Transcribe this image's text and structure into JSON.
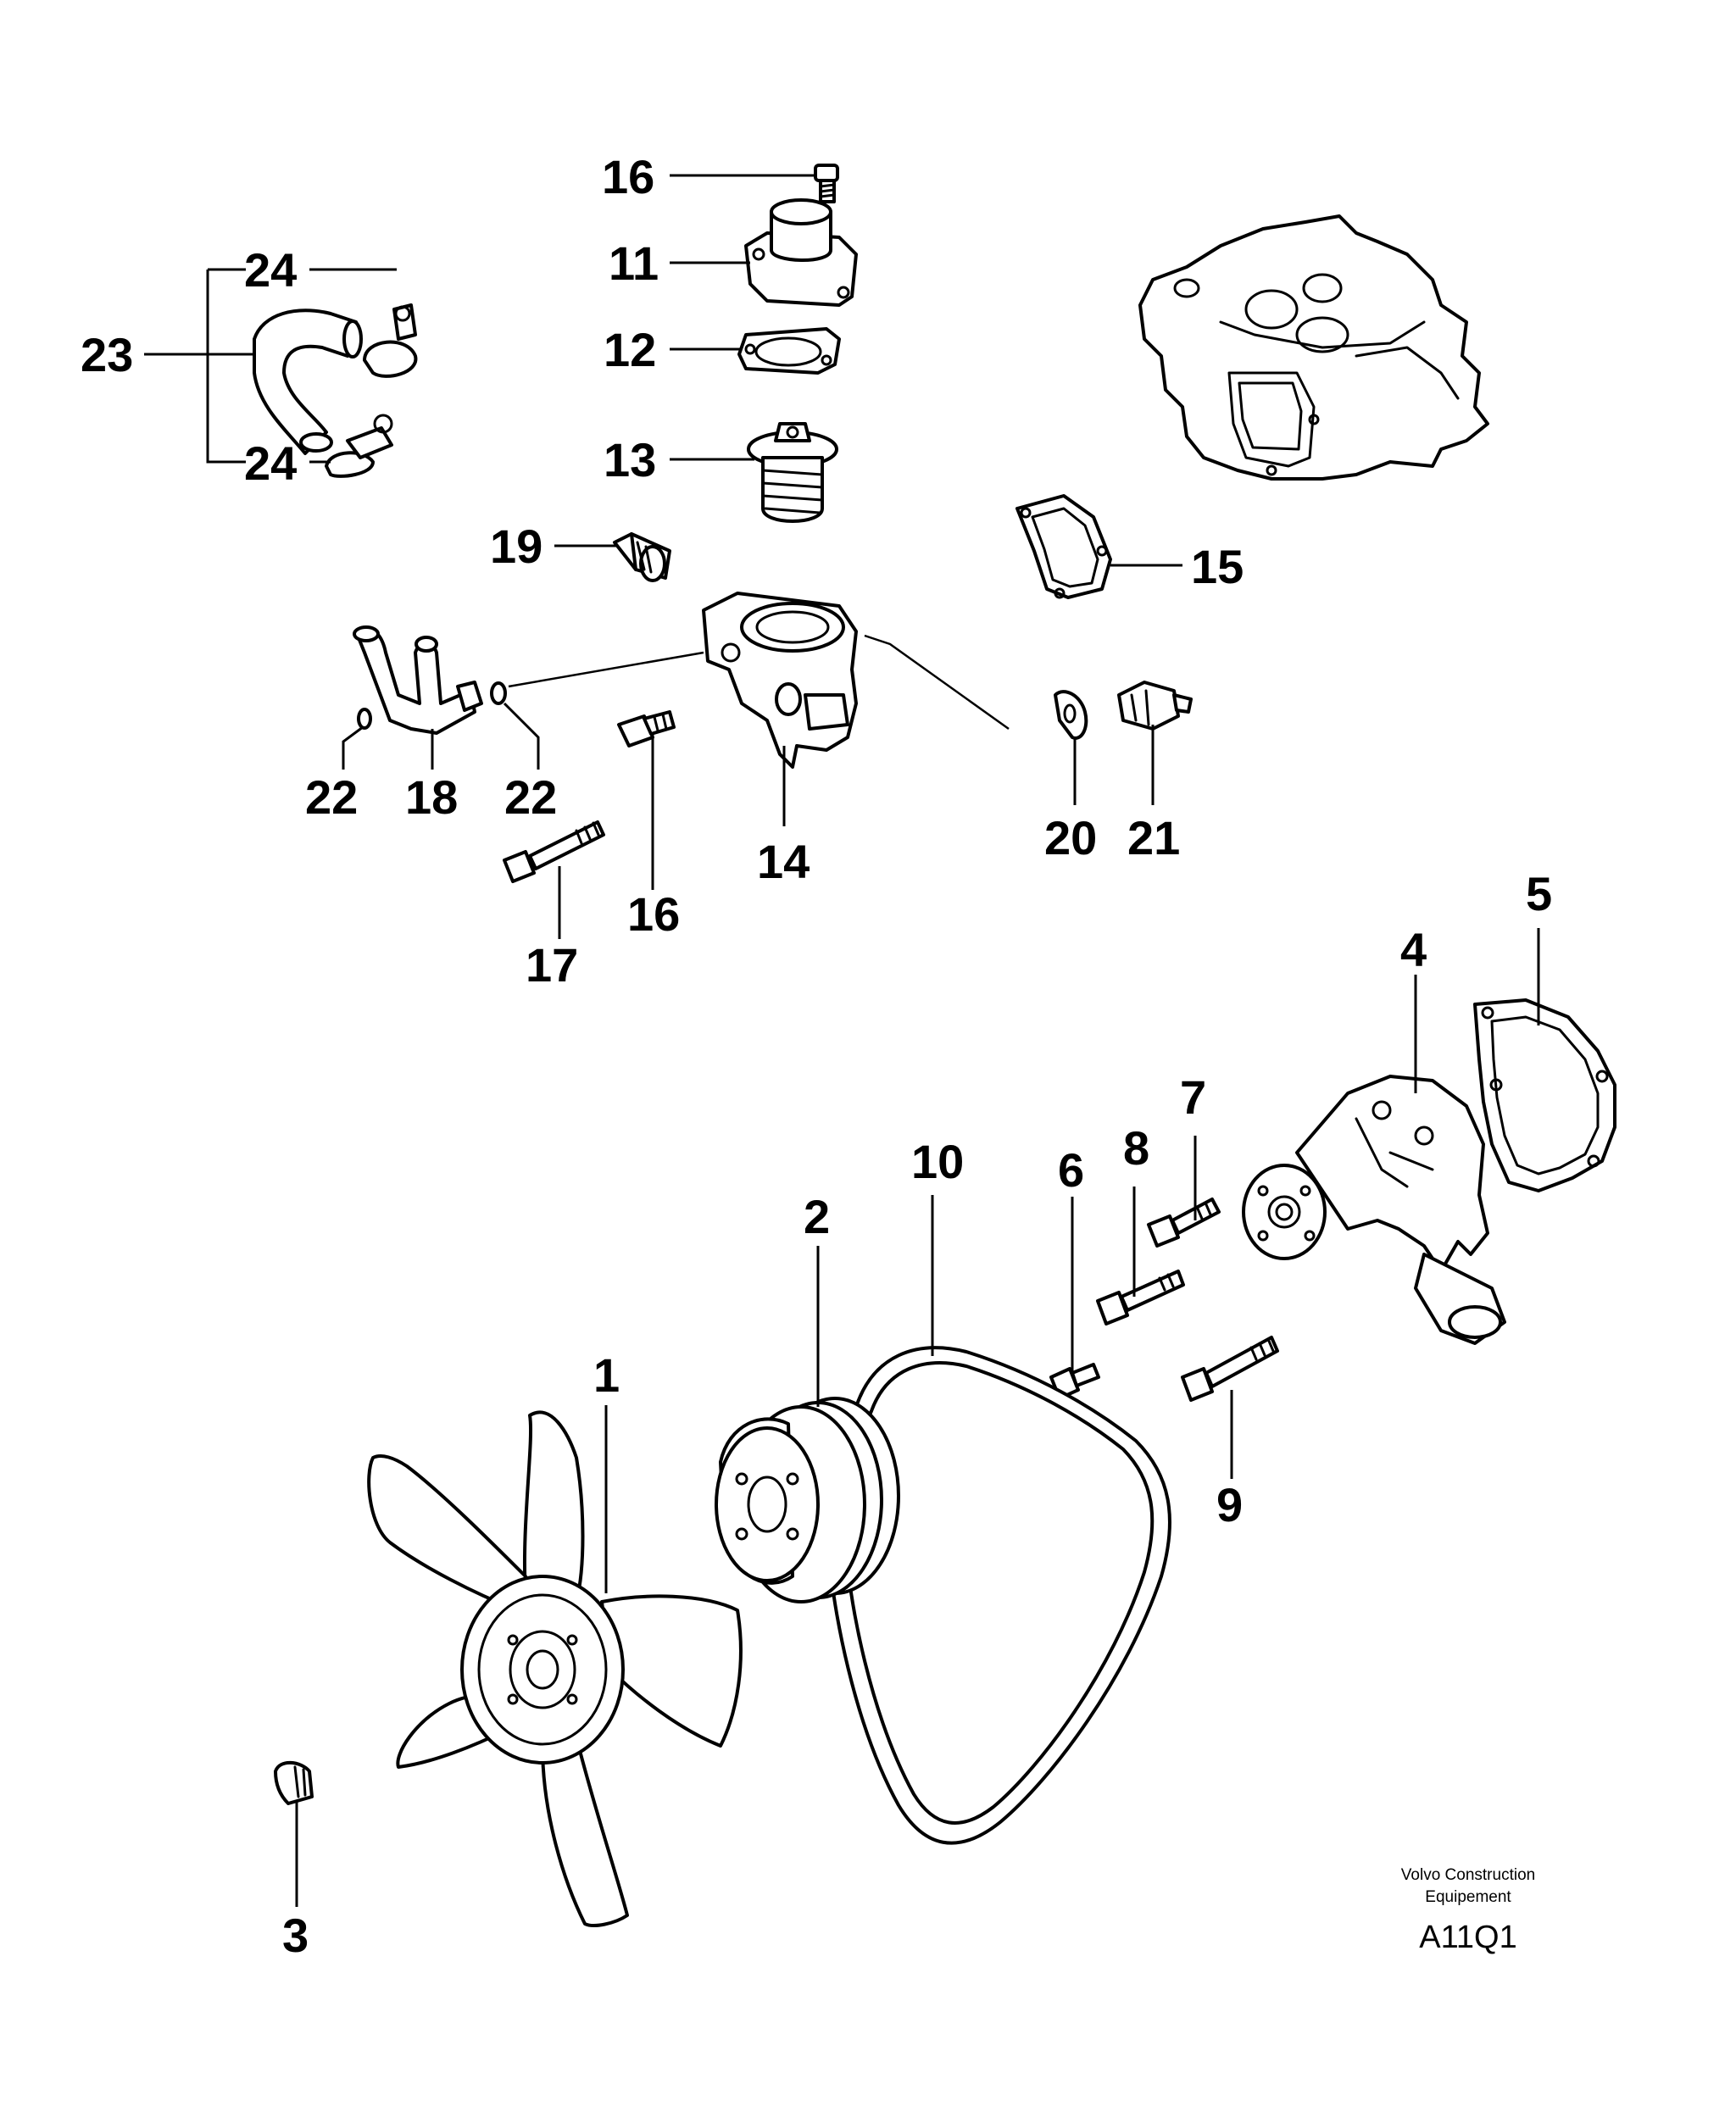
{
  "callouts": {
    "c1": "1",
    "c2": "2",
    "c3": "3",
    "c4": "4",
    "c5": "5",
    "c6": "6",
    "c7": "7",
    "c8": "8",
    "c9": "9",
    "c10": "10",
    "c11": "11",
    "c12": "12",
    "c13": "13",
    "c14": "14",
    "c15": "15",
    "c16a": "16",
    "c16b": "16",
    "c17": "17",
    "c18": "18",
    "c19": "19",
    "c20": "20",
    "c21": "21",
    "c22a": "22",
    "c22b": "22",
    "c23": "23",
    "c24a": "24",
    "c24b": "24"
  },
  "credit": {
    "line1": "Volvo Construction",
    "line2": "Equipement",
    "reference": "A11Q1"
  }
}
